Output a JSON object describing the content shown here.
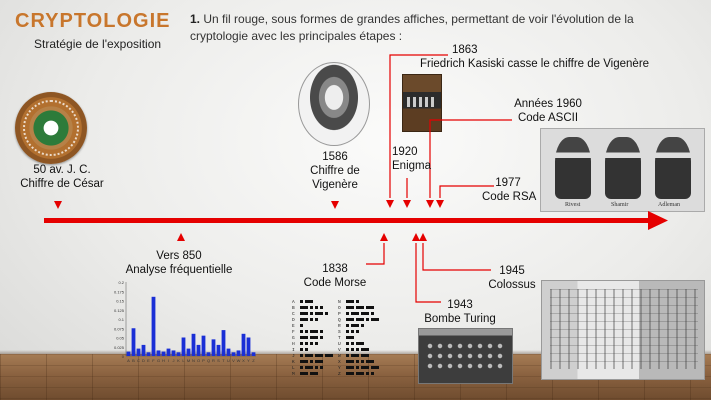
{
  "header": {
    "title": "CRYPTOLOGIE",
    "subtitle": "Stratégie de l'exposition",
    "intro_number": "1.",
    "intro_text": "Un fil rouge, sous formes de grandes affiches, permettant de voir l'évolution de la cryptologie avec les principales étapes :"
  },
  "events_top": {
    "cesar": {
      "date": "50 av. J. C.",
      "label": "Chiffre de César"
    },
    "vigenere": {
      "date": "1586",
      "label1": "Chiffre de",
      "label2": "Vigenère"
    },
    "enigma": {
      "date": "1920",
      "label": "Enigma"
    },
    "kasiski": {
      "date": "1863",
      "label": "Friedrich Kasiski casse le chiffre de Vigenère"
    },
    "ascii": {
      "date": "Années 1960",
      "label": "Code ASCII"
    },
    "rsa": {
      "date": "1977",
      "label": "Code RSA",
      "names": [
        "Rivest",
        "Shamir",
        "Adleman"
      ]
    }
  },
  "events_bottom": {
    "freq": {
      "date": "Vers 850",
      "label": "Analyse fréquentielle"
    },
    "morse": {
      "date": "1838",
      "label": "Code Morse"
    },
    "turing": {
      "date": "1943",
      "label": "Bombe Turing"
    },
    "colossus": {
      "date": "1945",
      "label": "Colossus"
    }
  },
  "freq_chart": {
    "yticks": [
      "0.2",
      "0.175",
      "0.15",
      "0.125",
      "0.1",
      "0.075",
      "0.05",
      "0.025",
      "0"
    ],
    "letters": "ABCDEFGHIJKLMNOPQRSTUVWXYZ",
    "values": [
      0.012,
      0.075,
      0.02,
      0.03,
      0.01,
      0.16,
      0.015,
      0.012,
      0.02,
      0.015,
      0.01,
      0.05,
      0.02,
      0.06,
      0.03,
      0.055,
      0.01,
      0.045,
      0.03,
      0.07,
      0.02,
      0.01,
      0.015,
      0.06,
      0.05,
      0.01
    ]
  },
  "morse_text": {
    "letters": "ABCDEFGHIJKLMNOPQRSTUVWXYZ"
  },
  "colors": {
    "accent": "#e50000",
    "title": "#c8762c"
  }
}
